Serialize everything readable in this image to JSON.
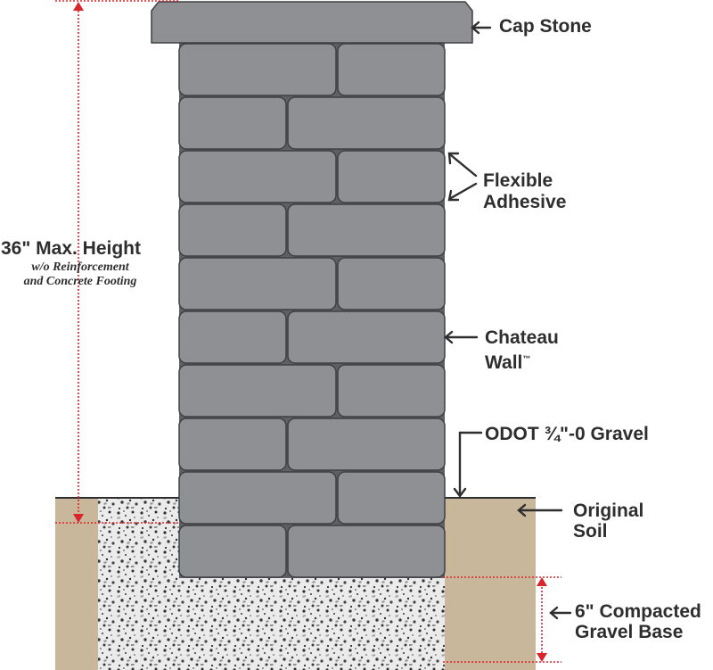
{
  "labels": {
    "cap_stone": "Cap Stone",
    "flexible_line1": "Flexible",
    "flexible_line2": "Adhesive",
    "chateau_line1": "Chateau",
    "chateau_line2": "Wall",
    "trademark": "™",
    "gravel_odot": "ODOT ¾\"-0 Gravel",
    "original_line1": "Original",
    "original_line2": "Soil",
    "base_line1": "6\" Compacted",
    "base_line2": "Gravel Base",
    "height_main": "36\" Max. Height",
    "height_sub1": "w/o Reinforcement",
    "height_sub2": "and Concrete Footing"
  },
  "colors": {
    "block_fill": "#8e9094",
    "block_stroke": "#3e3f42",
    "soil": "#c9b79b",
    "gravel_bg": "#ebebeb",
    "dimension_red": "#d9262b",
    "arrow": "#2e2e2e"
  }
}
